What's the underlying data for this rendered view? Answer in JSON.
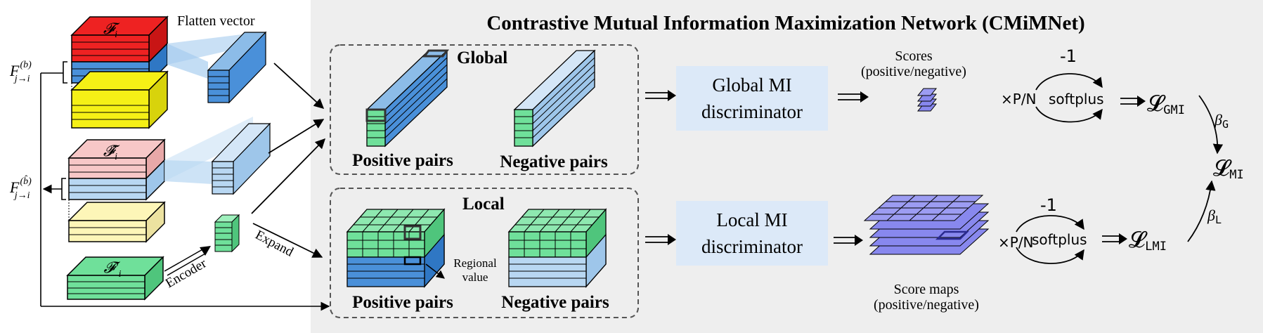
{
  "title": "Contrastive Mutual Information Maximization Network (CMiMNet)",
  "left_panel": {
    "f_i": "𝓕",
    "f_i_sub": "i",
    "f_hat": "𝓕̂",
    "f_hat_sub": "i",
    "f_prime": "𝓕′",
    "f_prime_sub": "i",
    "flatten_vector": "Flatten vector",
    "encoder": "Encoder",
    "expand": "Expand",
    "F_top": "F",
    "F_top_sup": "(b)",
    "F_top_sub": "j→i",
    "F_bot": "F",
    "F_bot_sup": "(b̂)",
    "F_bot_sub": "j→i"
  },
  "global_box": {
    "heading": "Global",
    "positive": "Positive pairs",
    "negative": "Negative pairs"
  },
  "local_box": {
    "heading": "Local",
    "positive": "Positive pairs",
    "negative": "Negative pairs",
    "regional_line1": "Regional",
    "regional_line2": "value"
  },
  "global_disc": {
    "line1": "Global MI",
    "line2": "discriminator"
  },
  "local_disc": {
    "line1": "Local MI",
    "line2": "discriminator"
  },
  "scores": {
    "line1": "Scores",
    "line2": "(positive/negative)"
  },
  "score_maps": {
    "line1": "Score maps",
    "line2": "(positive/negative)"
  },
  "ops": {
    "times_pn": "×P/N",
    "softplus": "softplus",
    "minus_one": "-1"
  },
  "losses": {
    "L": "𝓛",
    "gmi": "GMI",
    "lmi": "LMI",
    "mi": "MI",
    "beta": "β",
    "beta_g": "G",
    "beta_l": "L"
  },
  "colors": {
    "red": "#ee2222",
    "blue": "#4a90d9",
    "light_blue": "#b8d7f2",
    "yellow": "#f5f016",
    "pink": "#f7c7c7",
    "pale_yellow": "#fdf6b8",
    "green": "#6fe09a",
    "purple": "#8888ee",
    "disc_bg": "#dce9f8",
    "panel_bg": "#eeeeee"
  }
}
